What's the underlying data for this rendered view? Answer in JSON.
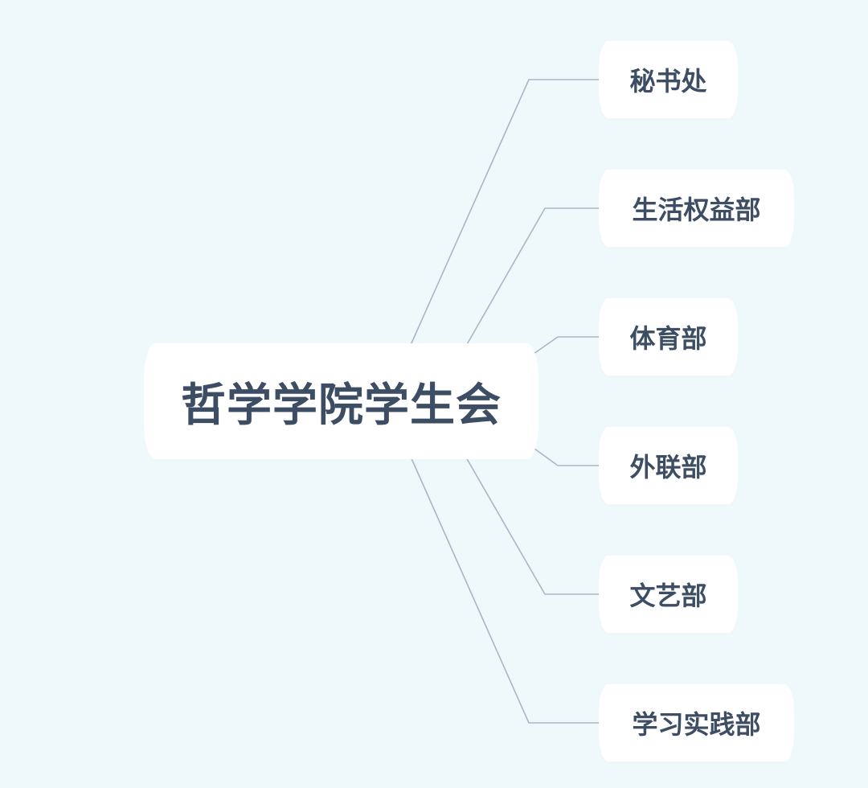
{
  "diagram": {
    "root": {
      "label": "哲学学院学生会"
    },
    "children": [
      {
        "label": "秘书处"
      },
      {
        "label": "生活权益部"
      },
      {
        "label": "体育部"
      },
      {
        "label": "外联部"
      },
      {
        "label": "文艺部"
      },
      {
        "label": "学习实践部"
      }
    ]
  },
  "colors": {
    "background": "#eff8fb",
    "node_fill": "#ffffff",
    "node_text": "#3d4d63",
    "connector": "#a7b7c6"
  }
}
